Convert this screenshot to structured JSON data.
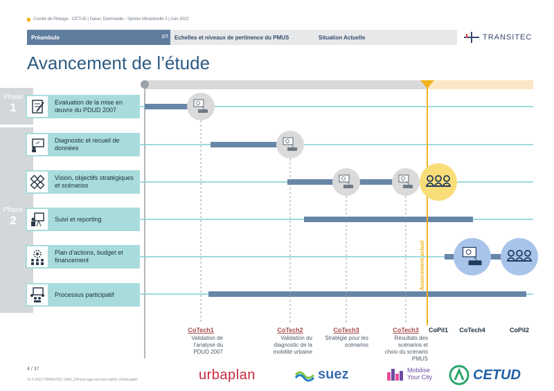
{
  "header": {
    "meta": "Comité de Pilotage - CETUD | Dakar, Diamniadio - Sphère Ministérielle 2 | Juin 2022",
    "tabs": [
      {
        "label": "Préambule",
        "page": "1/7"
      },
      {
        "label": "Echelles et niveaux de pertinence du PMUS"
      },
      {
        "label": "Situation Actuelle"
      }
    ],
    "brand": "TRANSITEC"
  },
  "title": "Avancement de l’étude",
  "phases": [
    {
      "word": "Phase",
      "num": "1"
    },
    {
      "word": "Phase",
      "num": "2"
    }
  ],
  "activities": [
    {
      "label": "Evaluation de la mise en œuvre du PDUD 2007",
      "icon": "document-pen-icon"
    },
    {
      "label": "Diagnostic et recueil de données",
      "icon": "presenter-icon"
    },
    {
      "label": "Vision, objectifs stratégiques et scénarios",
      "icon": "puzzle-icon"
    },
    {
      "label": "Suivi et reporting",
      "icon": "easel-icon"
    },
    {
      "label": "Plan d’actions, budget et financement",
      "icon": "gear-team-icon"
    },
    {
      "label": "Processus participatif",
      "icon": "meeting-icon"
    }
  ],
  "progress_label": "Avancement actuel",
  "milestones": [
    {
      "code": "CoTech1",
      "desc": "Validation de l’analyse du PDUD 2007",
      "icon": "meeting-screen-icon",
      "row": 0,
      "state": "done"
    },
    {
      "code": "CoTech2",
      "desc": "Validation du diagnostic de la mobilité urbaine",
      "icon": "meeting-screen-icon",
      "row": 1,
      "state": "done"
    },
    {
      "code": "CoTech3",
      "desc": "Stratégie pour les scénarios",
      "icon": "meeting-screen-icon",
      "row": 2,
      "state": "done"
    },
    {
      "code": "CoTech3",
      "desc": "Résultats des scénarios et choix du scénario PMUS",
      "icon": "meeting-screen-icon",
      "row": 2,
      "state": "done"
    },
    {
      "code": "CoPil1",
      "desc": "",
      "icon": "people-group-icon",
      "row": 2,
      "state": "current"
    },
    {
      "code": "CoTech4",
      "desc": "",
      "icon": "meeting-screen-icon",
      "row": 4,
      "state": "upcoming"
    },
    {
      "code": "CoPil2",
      "desc": "",
      "icon": "people-group-icon",
      "row": 4,
      "state": "upcoming"
    }
  ],
  "footer": {
    "page": "4 / 37",
    "meta": "31.5.2022     TRANSITEC     0340_190-pre-sgg-mch-pal-copil01-v01bis.pptm",
    "logos": [
      "urbaplan",
      "suez",
      "Mobilise Your City",
      "CETUD"
    ]
  },
  "colors": {
    "bar": "#6786a8",
    "line": "#7fcdd0",
    "progress": "#f2b21b",
    "teal_box": "#a8dcdc",
    "done_circle": "#dadada",
    "current_circle": "#f9dd78",
    "upcoming_circle": "#a9c4ea"
  }
}
